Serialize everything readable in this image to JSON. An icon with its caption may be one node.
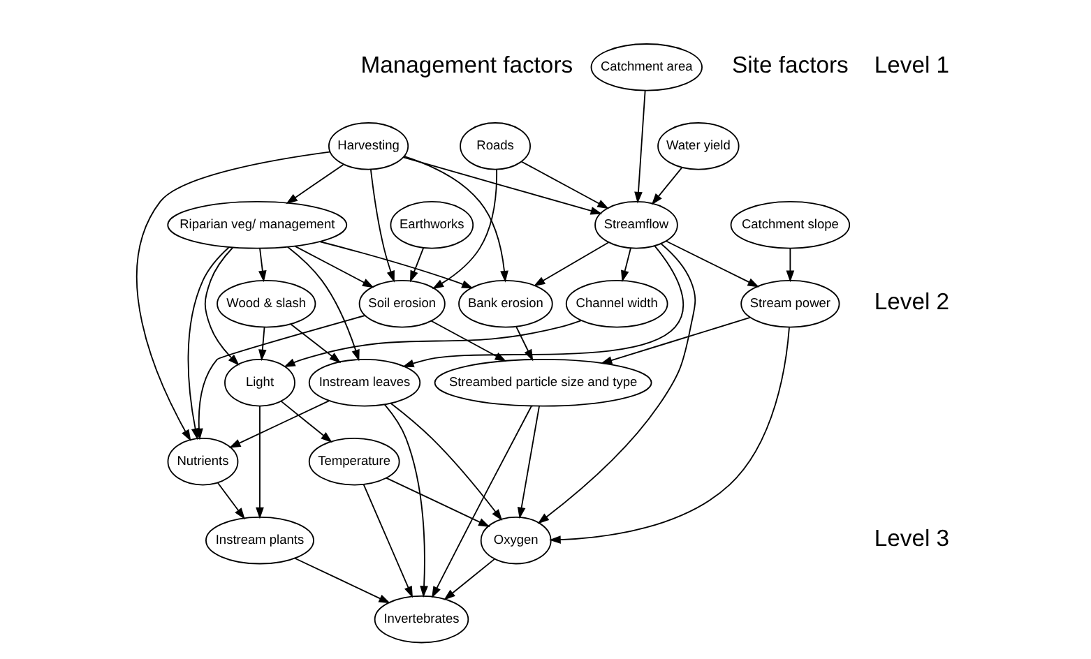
{
  "diagram": {
    "nodes": [
      {
        "text": [
          "Catchment area"
        ]
      },
      {
        "text": [
          "Water yield"
        ]
      },
      {
        "text": [
          "Catchment slope"
        ]
      },
      {
        "text": [
          "Harvesting"
        ]
      },
      {
        "text": [
          "Roads"
        ]
      },
      {
        "text": [
          "Earthworks"
        ]
      },
      {
        "text": [
          "Streamflow"
        ]
      },
      {
        "text": [
          "Riparian veg/ management"
        ]
      },
      {
        "text": [
          "Channel width"
        ]
      },
      {
        "text": [
          "Stream power"
        ]
      },
      {
        "text": [
          "Wood & slash"
        ]
      },
      {
        "text": [
          "Bank erosion"
        ]
      },
      {
        "text": [
          "Soil erosion"
        ]
      },
      {
        "text": [
          "Light"
        ]
      },
      {
        "text": [
          "Instream leaves"
        ]
      },
      {
        "text": [
          "Nutrients"
        ]
      },
      {
        "text": [
          "Instream plants"
        ]
      },
      {
        "text": [
          "Temperature"
        ]
      },
      {
        "text": [
          "Oxygen"
        ]
      },
      {
        "text": [
          "Streambed particle size and type"
        ]
      },
      {
        "text": [
          "Invertebrates"
        ]
      }
    ],
    "edges": [
      {
        "from": 0,
        "to": 6,
        "arrow": "to"
      },
      {
        "from": 1,
        "to": 6,
        "arrow": "to"
      },
      {
        "from": 2,
        "to": 9,
        "arrow": "to"
      },
      {
        "from": 3,
        "to": 6,
        "arrow": "to"
      },
      {
        "from": 4,
        "to": 6,
        "arrow": "to"
      },
      {
        "from": 3,
        "to": 7,
        "arrow": "to"
      },
      {
        "from": 3,
        "to": 15,
        "arrow": "to"
      },
      {
        "from": 3,
        "to": 11,
        "arrow": "to"
      },
      {
        "from": 3,
        "to": 12,
        "arrow": "to"
      },
      {
        "from": 4,
        "to": 12,
        "arrow": "to"
      },
      {
        "from": 5,
        "to": 12,
        "arrow": "to"
      },
      {
        "from": 6,
        "to": 8,
        "arrow": "to"
      },
      {
        "from": 6,
        "to": 9,
        "arrow": "to"
      },
      {
        "from": 6,
        "to": 11,
        "arrow": "to"
      },
      {
        "from": 6,
        "to": 14,
        "arrow": "to"
      },
      {
        "from": 6,
        "to": 18,
        "arrow": "to"
      },
      {
        "from": 7,
        "to": 13,
        "arrow": "to"
      },
      {
        "from": 7,
        "to": 10,
        "arrow": "to"
      },
      {
        "from": 7,
        "to": 14,
        "arrow": "to"
      },
      {
        "from": 7,
        "to": 15,
        "arrow": "to"
      },
      {
        "from": 7,
        "to": 11,
        "arrow": "to"
      },
      {
        "from": 7,
        "to": 12,
        "arrow": "to"
      },
      {
        "from": 8,
        "to": 13,
        "arrow": "to"
      },
      {
        "from": 9,
        "to": 18,
        "arrow": "to"
      },
      {
        "from": 9,
        "to": 19,
        "arrow": "to"
      },
      {
        "from": 10,
        "to": 13,
        "arrow": "to"
      },
      {
        "from": 10,
        "to": 14,
        "arrow": "to"
      },
      {
        "from": 11,
        "to": 19,
        "arrow": "to"
      },
      {
        "from": 12,
        "to": 19,
        "arrow": "to"
      },
      {
        "from": 12,
        "to": 15,
        "arrow": "to"
      },
      {
        "from": 13,
        "to": 16,
        "arrow": "to"
      },
      {
        "from": 13,
        "to": 17,
        "arrow": "to"
      },
      {
        "from": 14,
        "to": 15,
        "arrow": "to"
      },
      {
        "from": 14,
        "to": 18,
        "arrow": "to"
      },
      {
        "from": 14,
        "to": 20,
        "arrow": "to"
      },
      {
        "from": 15,
        "to": 16,
        "arrow": "to"
      },
      {
        "from": 17,
        "to": 18,
        "arrow": "to"
      },
      {
        "from": 17,
        "to": 20,
        "arrow": "to"
      },
      {
        "from": 16,
        "to": 20,
        "arrow": "to"
      },
      {
        "from": 18,
        "to": 20,
        "arrow": "to"
      },
      {
        "from": 19,
        "to": 18,
        "arrow": "to"
      },
      {
        "from": 19,
        "to": 20,
        "arrow": "to"
      }
    ],
    "labels": [
      "Site factors",
      "Management factors",
      "Level 1",
      "Level 2",
      "Level 3"
    ]
  }
}
